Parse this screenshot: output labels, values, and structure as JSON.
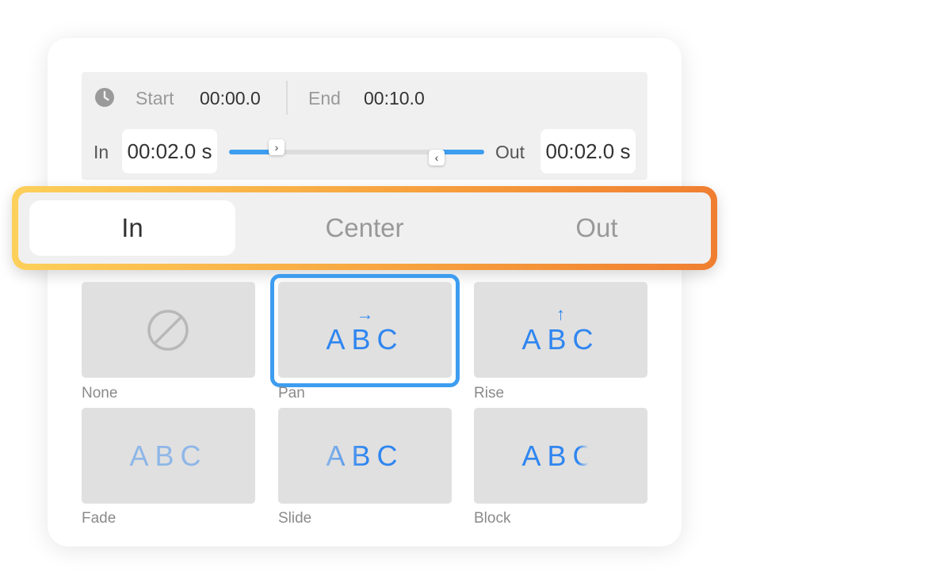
{
  "timing": {
    "start_label": "Start",
    "start_value": "00:00.0",
    "end_label": "End",
    "end_value": "00:10.0",
    "in_label": "In",
    "in_value": "00:02.0 s",
    "out_label": "Out",
    "out_value": "00:02.0 s",
    "in_handle_glyph": "›",
    "out_handle_glyph": "‹",
    "slider_in_fraction": 0.2,
    "slider_out_fraction": 0.2
  },
  "tabs": [
    {
      "label": "In",
      "active": true
    },
    {
      "label": "Center",
      "active": false
    },
    {
      "label": "Out",
      "active": false
    }
  ],
  "animations": [
    {
      "label": "None",
      "preview": "",
      "arrow": ""
    },
    {
      "label": "Pan",
      "preview": "ABC",
      "arrow": "→",
      "selected": true
    },
    {
      "label": "Rise",
      "preview": "ABC",
      "arrow": "↑"
    },
    {
      "label": "Fade",
      "preview": "ABC",
      "arrow": ""
    },
    {
      "label": "Slide",
      "preview": "ABC",
      "arrow": ""
    },
    {
      "label": "Block",
      "preview": "ABC",
      "arrow": ""
    }
  ],
  "colors": {
    "accent": "#3d9df0",
    "preview_text": "#2f86f0",
    "highlight_start": "#fdd05a",
    "highlight_end": "#f07e31"
  }
}
